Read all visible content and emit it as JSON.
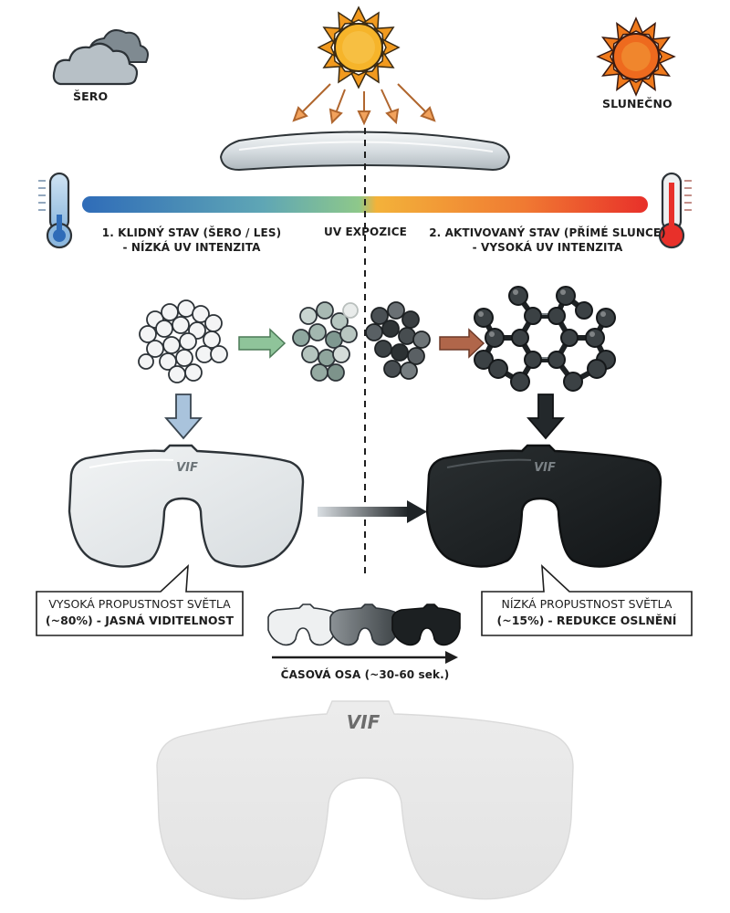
{
  "labels": {
    "cloud": "ŠERO",
    "sun": "SLUNEČNO",
    "state1_line1": "1. KLIDNÝ STAV (ŠERO / LES)",
    "state1_line2": "- NÍZKÁ UV INTENZITA",
    "uv_exposure": "UV EXPOZICE",
    "state2_line1": "2. AKTIVOVANÝ STAV (PŘÍMÉ SLUNCE)",
    "state2_line2": "- VYSOKÁ UV INTENZITA",
    "time_axis": "ČASOVÁ OSA (~30-60 sek.)"
  },
  "callouts": {
    "left_line1": "VYSOKÁ PROPUSTNOST SVĚTLA",
    "left_line2_value": "(~80%)",
    "left_line2_bold": "- JASNÁ VIDITELNOST",
    "right_line1": "NÍZKÁ PROPUSTNOST SVĚTLA",
    "right_line2_value": "(~15%)",
    "right_line2_bold": "- REDUKCE OSLNĚNÍ"
  },
  "logo": "VIF",
  "colors": {
    "gradient_start": "#2f6cb8",
    "gradient_mid": "#8ec88a",
    "gradient_mid2": "#f3b23a",
    "gradient_end": "#e8302a",
    "sun_core": "#f3a21f",
    "sun_ray": "#e8791c",
    "lens_clear": "#e9ecee",
    "lens_dark": "#1c2022",
    "arrow_green": "#8fc49a",
    "arrow_brown": "#b0664a",
    "arrow_blue": "#a9c3dc"
  }
}
